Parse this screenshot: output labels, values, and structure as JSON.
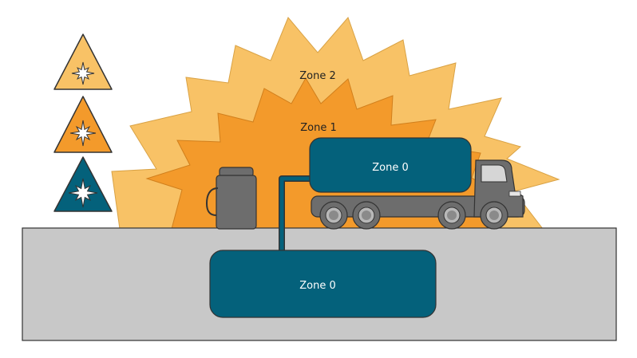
{
  "labels": {
    "zone2": "Zone 2",
    "zone1": "Zone 1",
    "zone0_truck": "Zone 0",
    "zone0_underground": "Zone 0"
  },
  "colors": {
    "zone2_fill": "#F8C266",
    "zone1_fill": "#F39A2B",
    "zone0_fill": "#04617B",
    "ground_fill": "#C8C8C8",
    "equipment_fill": "#6D6D6D",
    "outline": "#333333"
  },
  "icons": {
    "zone2": "explosion-warning-triangle-light",
    "zone1": "explosion-warning-triangle-medium",
    "zone0": "explosion-warning-triangle-dark"
  }
}
